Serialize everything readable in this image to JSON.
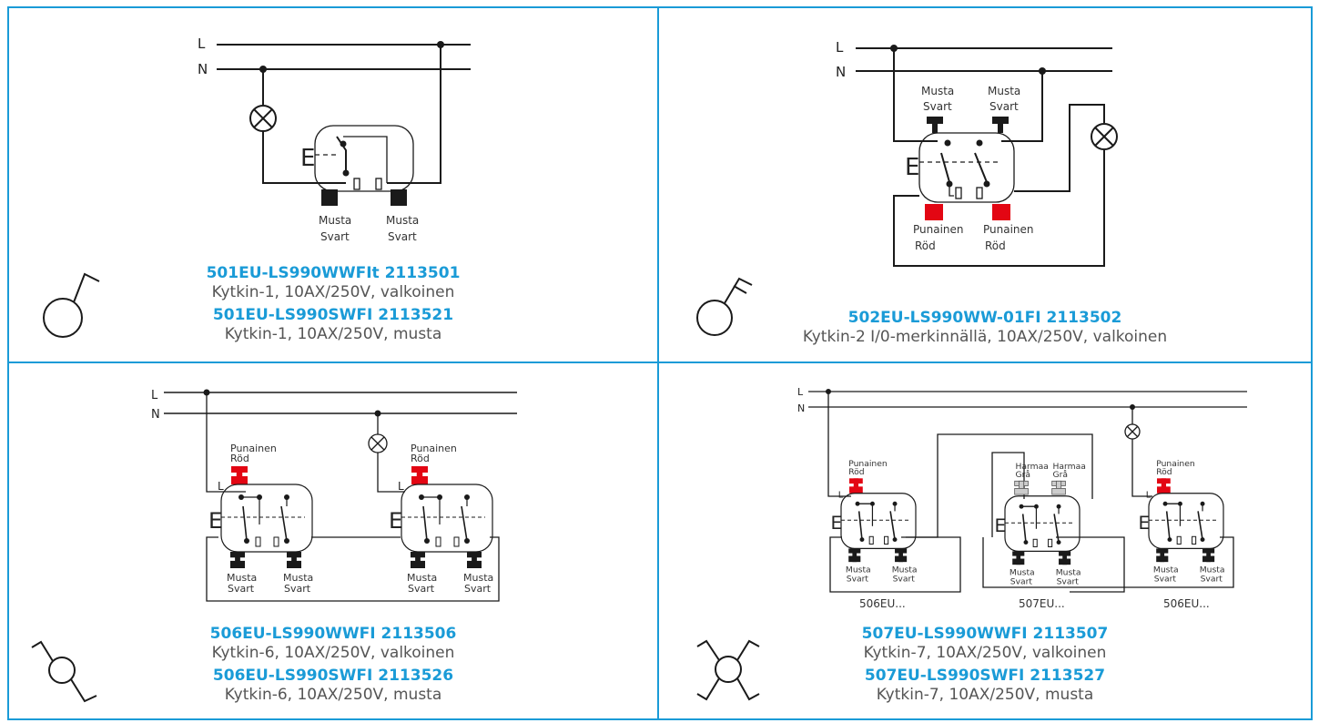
{
  "colors": {
    "frame": "#1a9bd7",
    "code": "#1a9bd7",
    "desc": "#555555",
    "red": "#e30613",
    "black": "#1a1a1a",
    "grey": "#aaaaaa"
  },
  "labels": {
    "L": "L",
    "N": "N",
    "E": "E",
    "musta": "Musta",
    "svart": "Svart",
    "punainen": "Punainen",
    "rod": "Röd",
    "harmaa": "Harmaa",
    "gra": "Grå"
  },
  "panels": [
    {
      "codes": [
        {
          "code": "501EU-LS990WWFIt  2113501",
          "desc": "Kytkin-1, 10AX/250V, valkoinen"
        },
        {
          "code": "501EU-LS990SWFI  2113521",
          "desc": "Kytkin-1, 10AX/250V, musta"
        }
      ]
    },
    {
      "codes": [
        {
          "code": "502EU-LS990WW-01FI  2113502",
          "desc": "Kytkin-2 I/0-merkinnällä, 10AX/250V, valkoinen"
        }
      ]
    },
    {
      "codes": [
        {
          "code": "506EU-LS990WWFI  2113506",
          "desc": "Kytkin-6, 10AX/250V, valkoinen"
        },
        {
          "code": "506EU-LS990SWFI  2113526",
          "desc": "Kytkin-6, 10AX/250V, musta"
        }
      ]
    },
    {
      "codes": [
        {
          "code": "507EU-LS990WWFI  2113507",
          "desc": "Kytkin-7, 10AX/250V, valkoinen"
        },
        {
          "code": "507EU-LS990SWFI  2113527",
          "desc": "Kytkin-7, 10AX/250V, musta"
        }
      ],
      "switch_labels": [
        "506EU...",
        "507EU...",
        "506EU..."
      ]
    }
  ]
}
